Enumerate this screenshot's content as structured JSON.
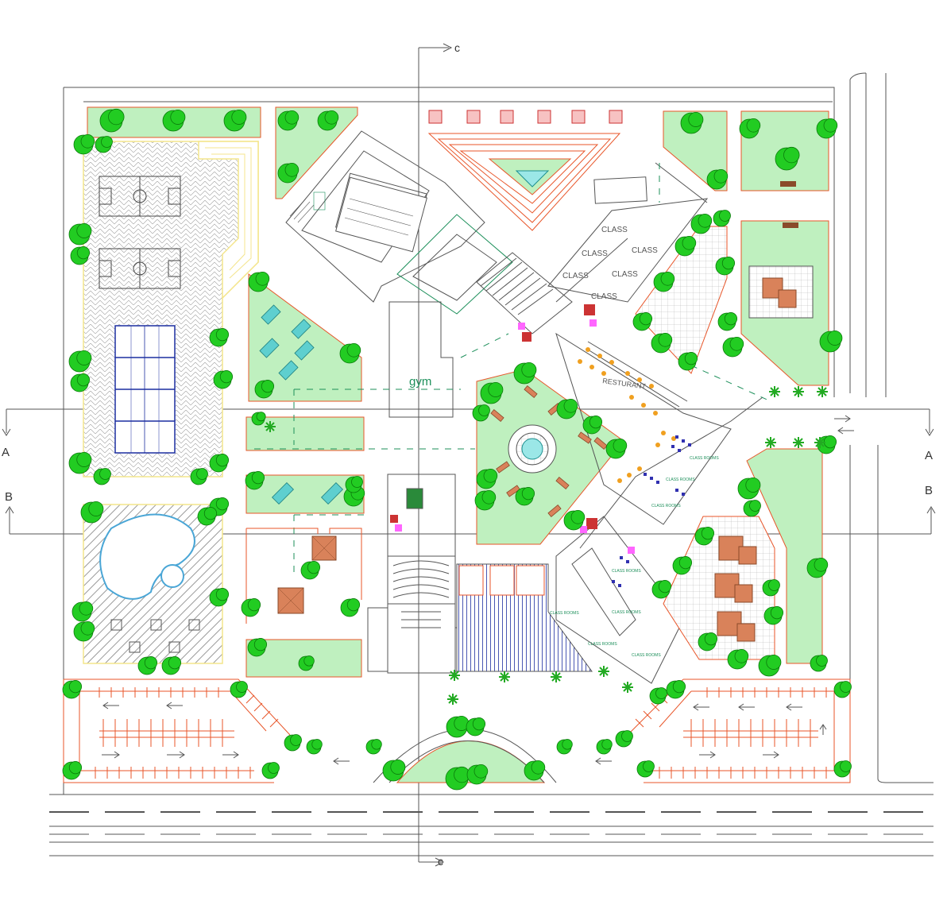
{
  "sections": {
    "a": "A",
    "b": "B",
    "c": "c"
  },
  "labels": {
    "gym": "gym",
    "class": "CLASS",
    "restaurant": "RESTURANT",
    "room_small": "CLASS ROOMS"
  },
  "colors": {
    "line": "#555555",
    "green_fill": "#bff0bf",
    "tree": "#22cc22",
    "tree_stroke": "#0a7a0a",
    "orange": "#e8562a",
    "blue": "#1c2ea0",
    "yellow": "#f4e58c",
    "red_box": "#e06060",
    "magenta": "#ff66ff",
    "pool_blue": "#9be7e7",
    "brown": "#d9825a"
  }
}
